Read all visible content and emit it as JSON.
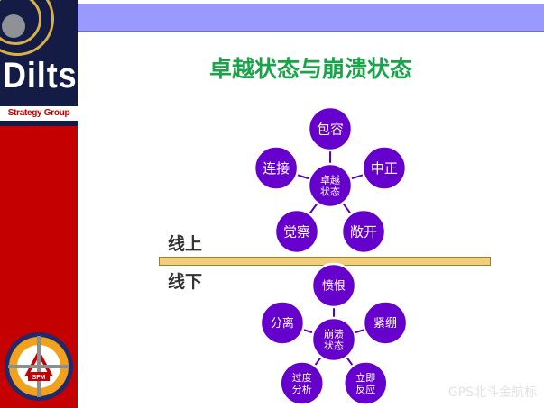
{
  "logo": {
    "wordmark": "Dilts",
    "subtitle": "Strategy Group"
  },
  "seal": {
    "text": "SFM"
  },
  "slide": {
    "title": "卓越状态与崩溃状态",
    "above_label": "线上",
    "below_label": "线下"
  },
  "upper_diagram": {
    "center": [
      "卓越",
      "状态"
    ],
    "nodes": [
      {
        "lines": [
          "包容"
        ]
      },
      {
        "lines": [
          "中正"
        ]
      },
      {
        "lines": [
          "敞开"
        ]
      },
      {
        "lines": [
          "觉察"
        ]
      },
      {
        "lines": [
          "连接"
        ]
      }
    ]
  },
  "lower_diagram": {
    "center": [
      "崩溃",
      "状态"
    ],
    "nodes": [
      {
        "lines": [
          "愤恨"
        ]
      },
      {
        "lines": [
          "紧绷"
        ]
      },
      {
        "lines": [
          "立即",
          "反应"
        ]
      },
      {
        "lines": [
          "过度",
          "分析"
        ]
      },
      {
        "lines": [
          "分离"
        ]
      }
    ]
  },
  "colors": {
    "node_fill": "#6600cc",
    "node_stroke": "#ffffff",
    "title": "#1aa34a",
    "sidebar": "#c40000",
    "topbar": "#9999ff"
  },
  "watermark": "GPS北斗金航标"
}
